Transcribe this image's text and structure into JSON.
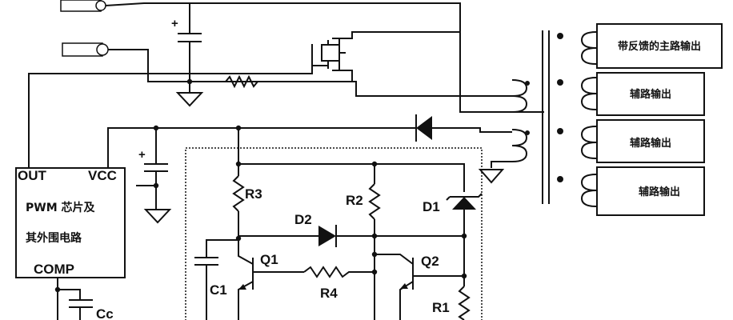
{
  "pwm_block": {
    "pin_out": "OUT",
    "pin_vcc": "VCC",
    "title_line1": "PWM 芯片及",
    "title_line2": "其外围电路",
    "pin_comp": "COMP"
  },
  "components": {
    "r1": "R1",
    "r2": "R2",
    "r3": "R3",
    "r4": "R4",
    "d1": "D1",
    "d2": "D2",
    "q1": "Q1",
    "q2": "Q2",
    "c1": "C1",
    "cc": "Cc",
    "plus": "+"
  },
  "outputs": [
    {
      "label": "带反馈的主路输出"
    },
    {
      "label": "辅路输出"
    },
    {
      "label": "辅路输出"
    },
    {
      "label": "辅路输出"
    }
  ]
}
